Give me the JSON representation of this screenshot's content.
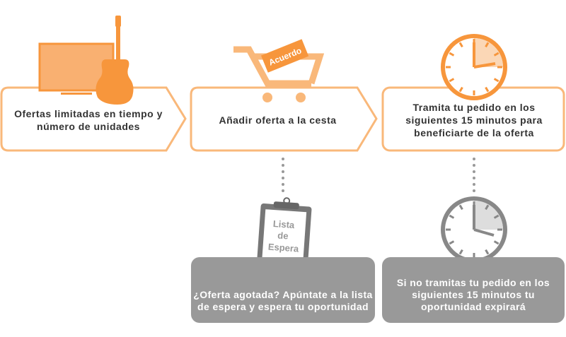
{
  "steps": [
    {
      "text": "Ofertas limitadas en tiempo y número de unidades"
    },
    {
      "text": "Añadir oferta a la cesta",
      "badge": "Acuerdo"
    },
    {
      "text": "Tramita tu pedido en los siguientes 15 minutos para beneficiarte de la oferta"
    }
  ],
  "alternatives": [
    {
      "text": "¿Oferta agotada? Apúntate a la lista de espera y espera tu oportunidad",
      "clipboard": [
        "Lista",
        "de",
        "Espera"
      ]
    },
    {
      "text": "Si no tramitas tu pedido en los siguientes 15 minutos tu oportunidad expirará"
    }
  ],
  "colors": {
    "orange": "#f7963c",
    "light_orange": "#f9c08a",
    "gray": "#999999"
  }
}
